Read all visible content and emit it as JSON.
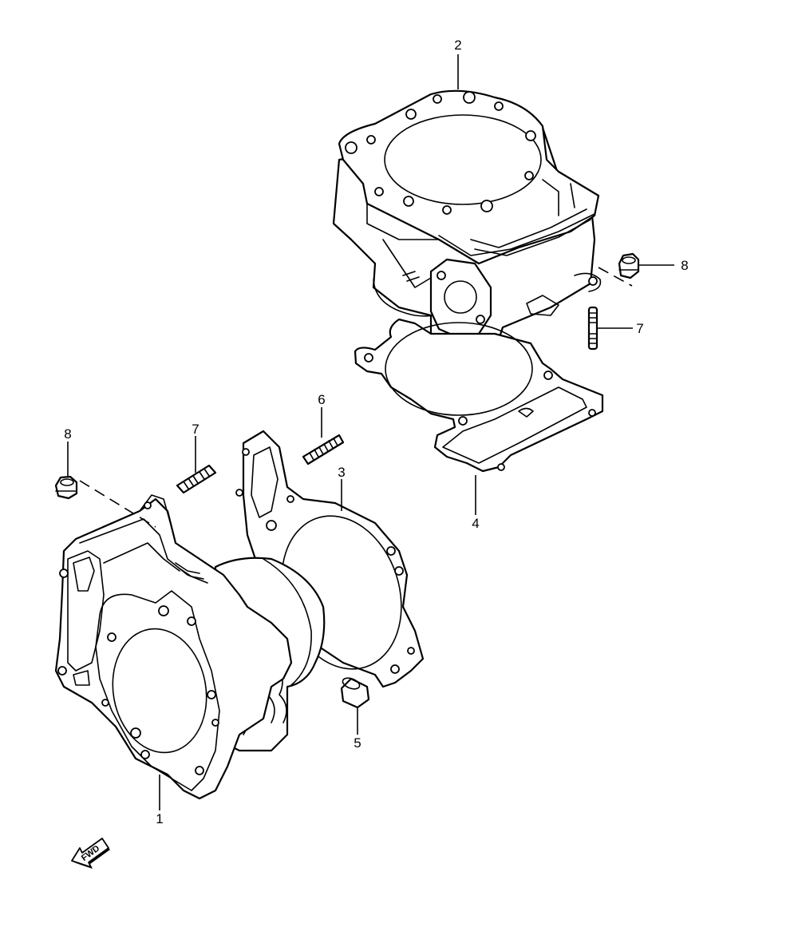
{
  "callouts": [
    {
      "id": "c1",
      "label": "1"
    },
    {
      "id": "c2",
      "label": "2"
    },
    {
      "id": "c3",
      "label": "3"
    },
    {
      "id": "c4",
      "label": "4"
    },
    {
      "id": "c5",
      "label": "5"
    },
    {
      "id": "c6",
      "label": "6"
    },
    {
      "id": "c7a",
      "label": "7"
    },
    {
      "id": "c7b",
      "label": "7"
    },
    {
      "id": "c8a",
      "label": "8"
    },
    {
      "id": "c8b",
      "label": "8"
    }
  ],
  "fwd_label": "FWD",
  "colors": {
    "ink": "#000000",
    "paper": "#ffffff"
  }
}
